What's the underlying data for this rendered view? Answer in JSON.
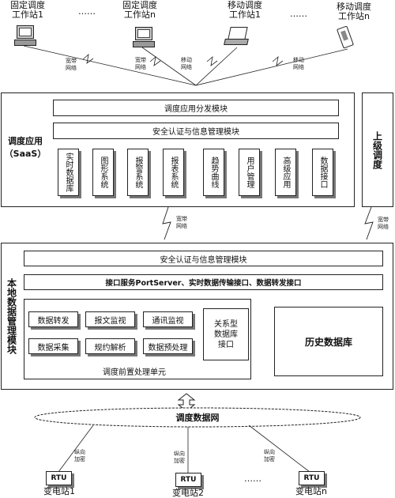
{
  "stations": [
    {
      "label": "固定调度\n工作站1",
      "type": "desktop",
      "link": "宽带\n网络"
    },
    {
      "label": "固定调度\n工作站n",
      "type": "desktop",
      "link": "宽带\n网络"
    },
    {
      "label": "移动调度\n工作站1",
      "type": "laptop",
      "link": "移动\n网络"
    },
    {
      "label": "移动调度\n工作站n",
      "type": "phone",
      "link": "移动\n网络"
    }
  ],
  "ellipsis": "……",
  "saas": {
    "title": "调度应用\n（SaaS）",
    "dispatch_module": "调度应用分发模块",
    "auth_module": "安全认证与信息管理模块",
    "apps": [
      "实时数据库",
      "图形系统",
      "报警系统",
      "报表系统",
      "趋势曲线",
      "用户管理",
      "高级应用",
      "数据接口"
    ]
  },
  "upper": {
    "title": "上级调度",
    "link": "宽带\n网络"
  },
  "saas_link": "宽带\n网络",
  "local": {
    "title": "本地数据管理模块",
    "auth_module": "安全认证与信息管理模块",
    "interface_row": "接口服务PortServer、实时数据传输接口、数据转发接口",
    "pre_modules": [
      "数据转发",
      "报文监视",
      "通讯监视",
      "数据采集",
      "规约解析",
      "数据预处理"
    ],
    "relational": "关系型\n数据库\n接口",
    "pre_title": "调度前置处理单元",
    "history_db": "历史数据库"
  },
  "network": "调度数据网",
  "rtus": [
    {
      "box": "RTU",
      "label": "变电站1",
      "link": "纵向\n加密"
    },
    {
      "box": "RTU",
      "label": "变电站2",
      "link": "纵向\n加密"
    },
    {
      "box": "RTU",
      "label": "变电站n",
      "link": "纵向\n加密"
    }
  ]
}
